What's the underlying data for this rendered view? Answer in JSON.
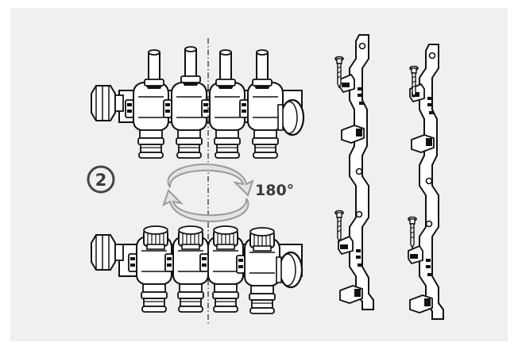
{
  "step_number": "2",
  "rotation_label": "180°",
  "colors": {
    "panel_background": "#f0f0f0",
    "line": "#111111",
    "part_fill": "#ffffff",
    "arrow_fill": "#e3e3e3",
    "arrow_stroke": "#9a9a9a"
  },
  "icons": [
    "manifold-with-flow-tubes",
    "manifold-with-valve-caps",
    "rotate-180-arrow",
    "mounting-bracket",
    "bracket-screw"
  ]
}
